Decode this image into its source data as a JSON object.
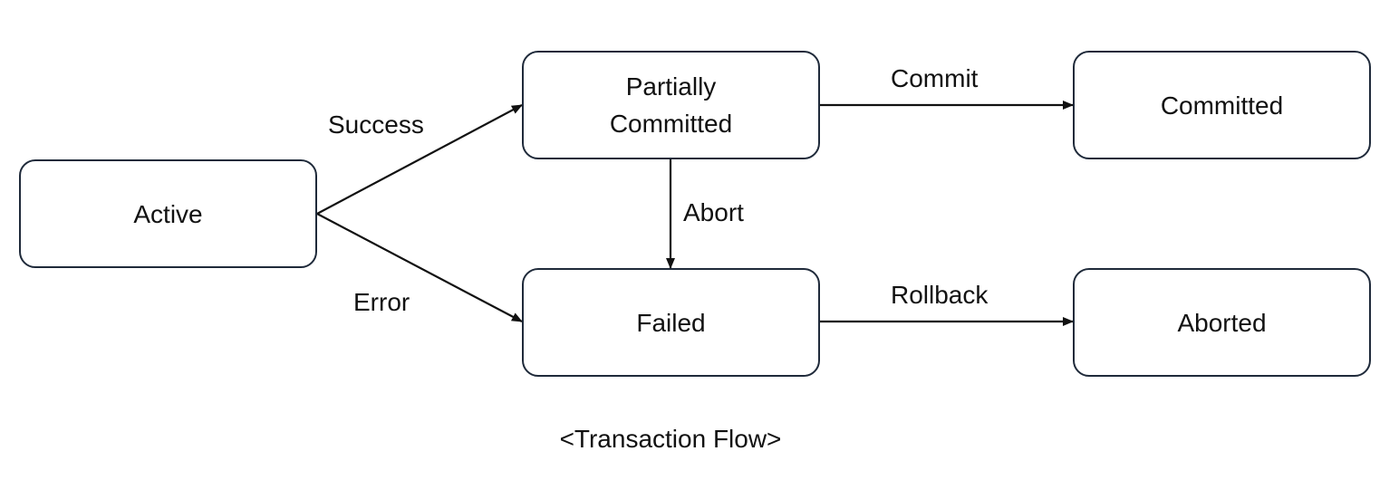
{
  "nodes": {
    "active": "Active",
    "partially_committed": "Partially\nCommitted",
    "committed": "Committed",
    "failed": "Failed",
    "aborted": "Aborted"
  },
  "edges": {
    "success": "Success",
    "error": "Error",
    "commit": "Commit",
    "abort": "Abort",
    "rollback": "Rollback"
  },
  "caption": "<Transaction Flow>",
  "colors": {
    "border": "#1f2a3a",
    "line": "#111111",
    "background": "#ffffff"
  }
}
